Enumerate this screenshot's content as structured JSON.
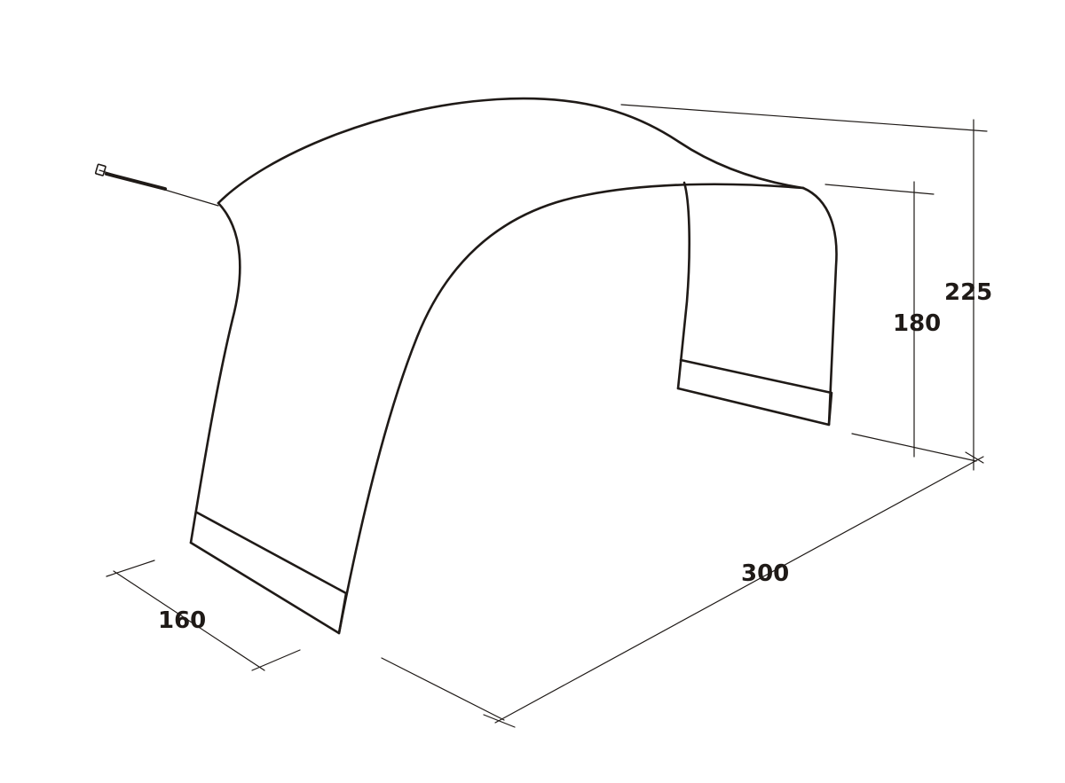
{
  "colors": {
    "outline": "#1f1a17",
    "dimension": "#1f1a17",
    "background": "#ffffff"
  },
  "dimensions": {
    "depth": "160",
    "length": "300",
    "inner_height": "180",
    "outer_height": "225"
  }
}
